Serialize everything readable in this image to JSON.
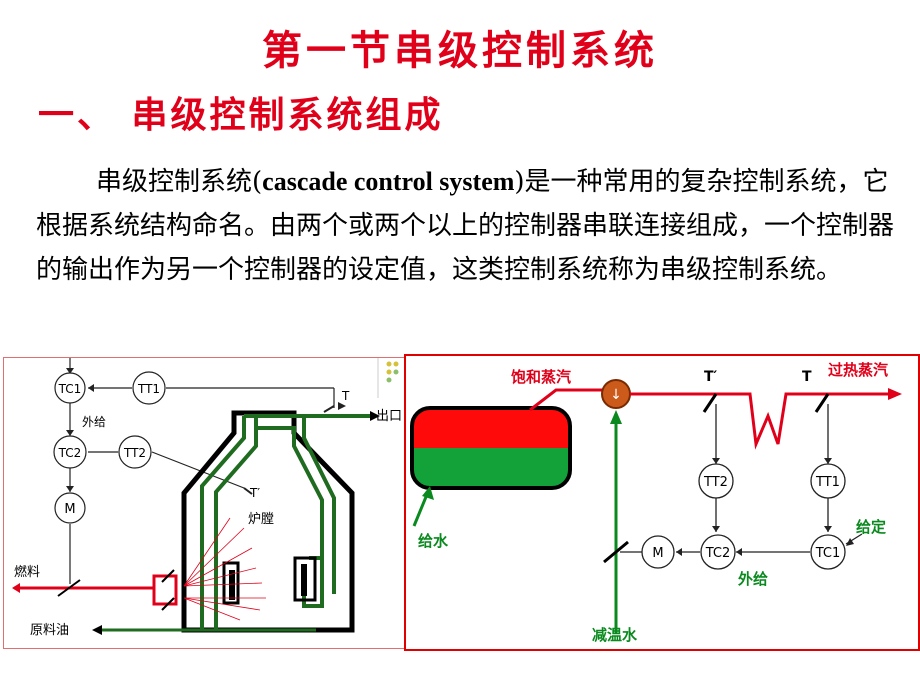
{
  "title": "第一节串级控制系统",
  "subtitle": "一、 串级控制系统组成",
  "paragraph": {
    "lead": "串级控制系统(",
    "term": "cascade control system",
    "rest": ")是一种常用的复杂控制系统，它根据系统结构命名。由两个或两个以上的控制器串联连接组成，一个控制器的输出作为另一个控制器的设定值，这类控制系统称为串级控制系统。"
  },
  "left_diagram": {
    "tc1": "TC1",
    "tt1": "TT1",
    "tc2": "TC2",
    "tt2": "TT2",
    "m": "M",
    "ext_setpoint": "外给",
    "t": "T",
    "t_prime": "T′",
    "furnace": "炉膛",
    "outlet": "出口",
    "fuel": "燃料",
    "raw_oil": "原料油"
  },
  "right_diagram": {
    "saturated_steam": "饱和蒸汽",
    "superheated_steam": "过热蒸汽",
    "t_prime": "T′",
    "t": "T",
    "tt2": "TT2",
    "tt1": "TT1",
    "tc2": "TC2",
    "tc1": "TC1",
    "m": "M",
    "setpoint": "给定",
    "ext_setpoint": "外给",
    "feed_water": "给水",
    "desuperheat_water": "减温水"
  },
  "colors": {
    "red": "#e0001a",
    "green": "#0a8a1e",
    "dark_green": "#1f6b1f",
    "drum_red": "#ff0a0a",
    "drum_green": "#13a13a"
  }
}
